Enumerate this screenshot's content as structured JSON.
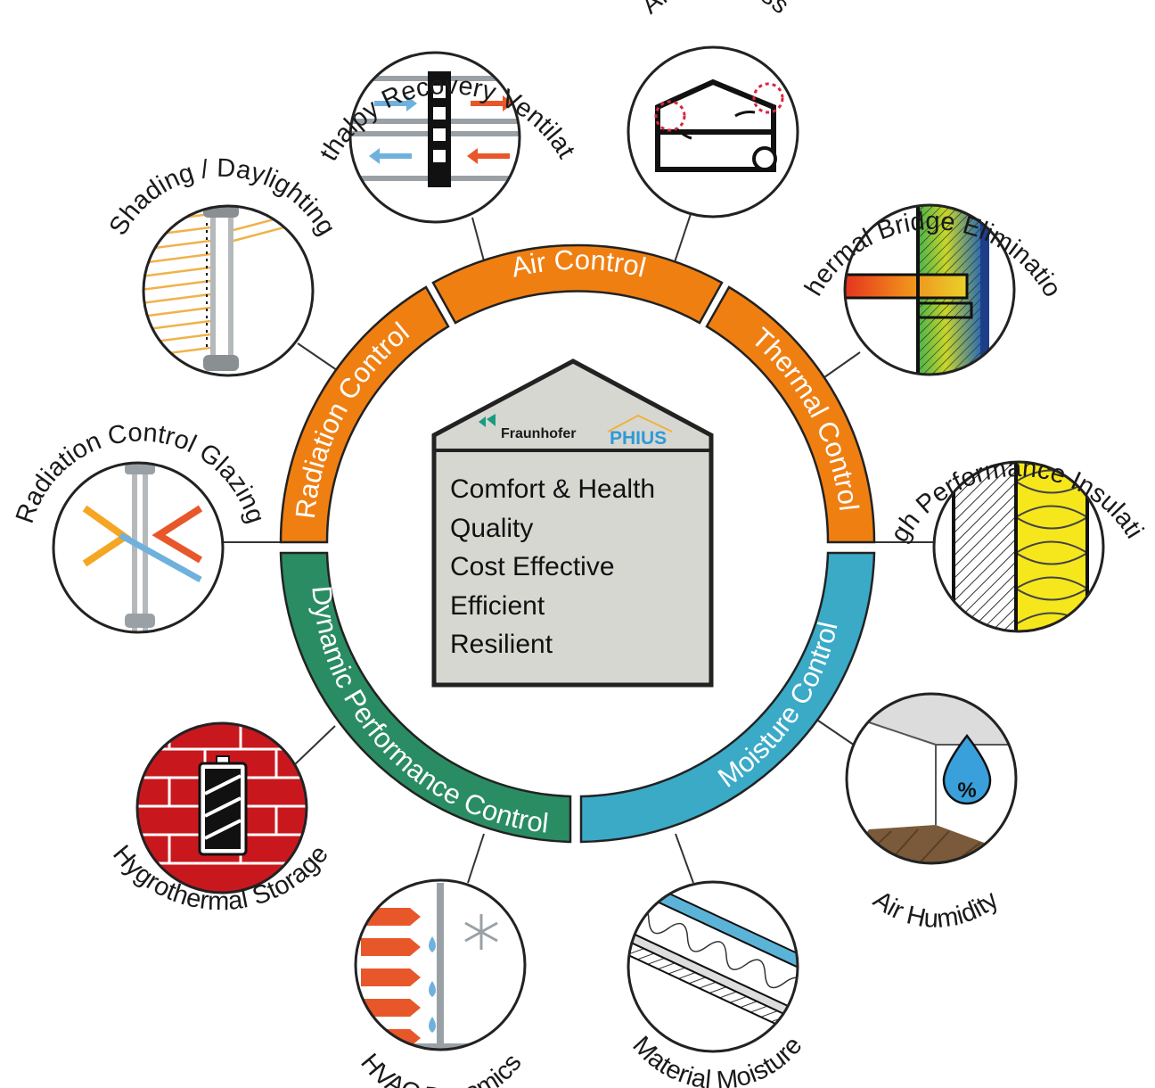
{
  "colors": {
    "orange": "#F07F12",
    "teal": "#3AAAC7",
    "green": "#2A8C63",
    "house_fill": "#D7D7D2",
    "brick": "#C8181E",
    "cold_arrow": "#6FB1DC",
    "warm_arrow": "#E7572A"
  },
  "ring": {
    "segments": [
      {
        "id": "radiation",
        "label": "Radiation Control"
      },
      {
        "id": "air",
        "label": "Air Control"
      },
      {
        "id": "thermal",
        "label": "Thermal Control"
      },
      {
        "id": "moisture",
        "label": "Moisture Control"
      },
      {
        "id": "dynamic",
        "label": "Dynamic Performance Control"
      }
    ]
  },
  "center": {
    "logo_fraunhofer": "Fraunhofer",
    "logo_phius": "PHIUS",
    "items": [
      "Comfort & Health",
      "Quality",
      "Cost Effective",
      "Efficient",
      "Resilient"
    ]
  },
  "features": [
    {
      "id": "erv",
      "label": "Enthalpy Recovery Ventilation",
      "icon": "ventilation-icon"
    },
    {
      "id": "airtight",
      "label": "Air-tightness",
      "icon": "house-leak-icon"
    },
    {
      "id": "tbe",
      "label": "Thermal Bridge Elimination",
      "icon": "thermal-bridge-icon"
    },
    {
      "id": "hpi",
      "label": "High Performance Insulation",
      "icon": "insulation-icon"
    },
    {
      "id": "humidity",
      "label": "Air Humidity",
      "icon": "humidity-drop-icon"
    },
    {
      "id": "moisture",
      "label": "Material Moisture",
      "icon": "roof-layers-icon"
    },
    {
      "id": "hvac",
      "label": "HVAC Dynamics",
      "icon": "hvac-icon"
    },
    {
      "id": "storage",
      "label": "Hygrothermal Storage",
      "icon": "battery-brick-icon"
    },
    {
      "id": "glazing",
      "label": "Radiation Control Glazing",
      "icon": "glazing-icon"
    },
    {
      "id": "shading",
      "label": "Shading / Daylighting",
      "icon": "shading-icon"
    }
  ],
  "humidity_symbol": "%"
}
